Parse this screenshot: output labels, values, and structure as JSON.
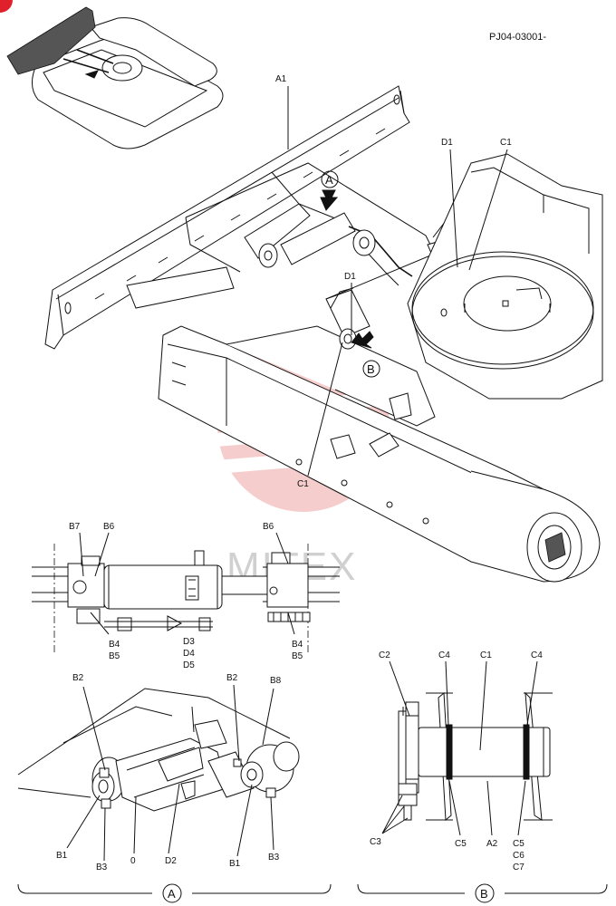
{
  "document_id": "PJ04-03001-",
  "watermark_text": "MITEX",
  "view_markers": {
    "a": "A",
    "b": "B"
  },
  "labels": {
    "main": {
      "a1": "A1",
      "d1_top": "D1",
      "c1_top": "C1",
      "d1_mid": "D1",
      "c1_bottom": "C1"
    },
    "cylinder_plan": {
      "b7": "B7",
      "b6_left": "B6",
      "b6_right": "B6",
      "b4_left": "B4",
      "b5_left": "B5",
      "b4_right": "B4",
      "b5_right": "B5",
      "d3": "D3",
      "d4": "D4",
      "d5": "D5"
    },
    "detail_a": {
      "b2_left": "B2",
      "b2_right": "B2",
      "b8": "B8",
      "b1_left": "B1",
      "b3_left": "B3",
      "zero": "0",
      "d2": "D2",
      "b1_right": "B1",
      "b3_right": "B3"
    },
    "detail_b": {
      "c2": "C2",
      "c4_left": "C4",
      "c1": "C1",
      "c4_right": "C4",
      "c3": "C3",
      "c5_left": "C5",
      "a2": "A2",
      "c5_right": "C5",
      "c6": "C6",
      "c7": "C7"
    }
  }
}
